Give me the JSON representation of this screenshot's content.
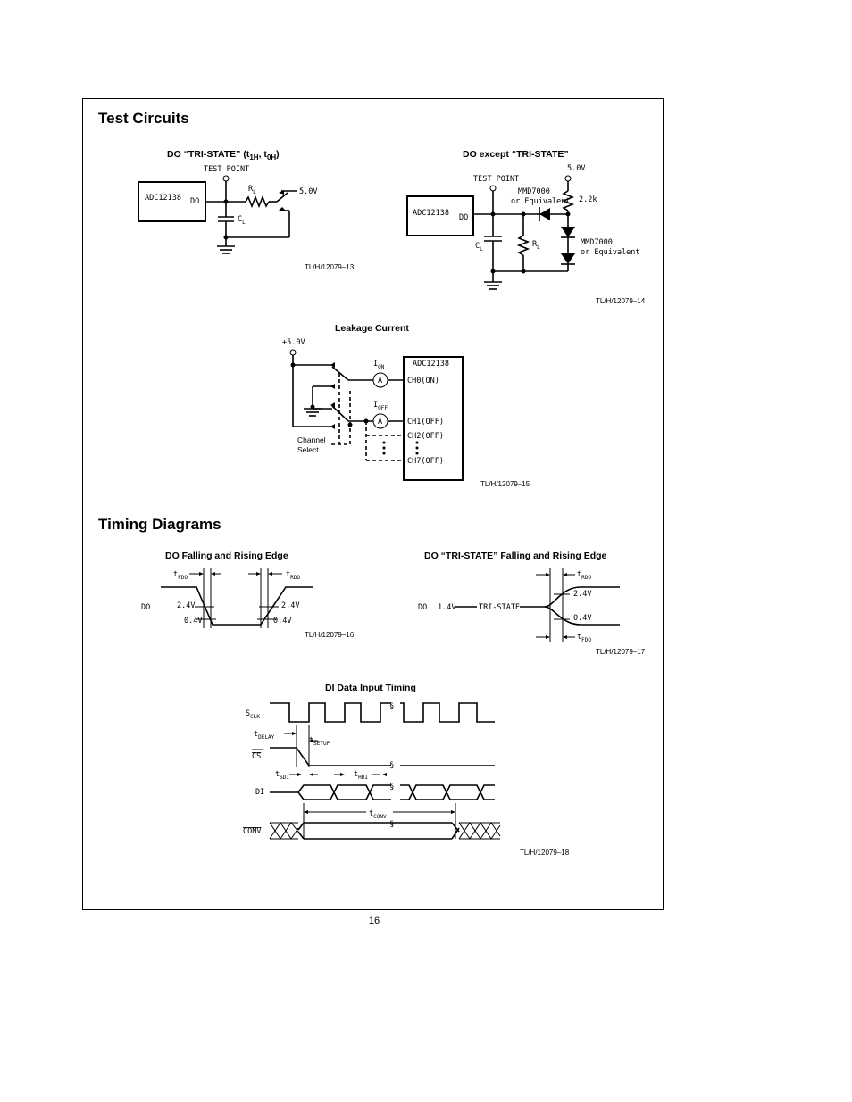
{
  "sections": {
    "test_circuits": "Test Circuits",
    "timing_diagrams": "Timing Diagrams"
  },
  "fig13": {
    "title_main": "DO “TRI-STATE” (t",
    "title_sub1": "1H",
    "title_sep": ", t",
    "title_sub2": "0H",
    "title_end": ")",
    "test_point": "TEST POINT",
    "chip": "ADC12138",
    "pin": "DO",
    "rl": "R",
    "rl_sub": "L",
    "cl": "C",
    "cl_sub": "L",
    "vsrc": "5.0V",
    "ref": "TL/H/12079–13"
  },
  "fig14": {
    "title": "DO except “TRI-STATE”",
    "test_point": "TEST POINT",
    "vsrc": "5.0V",
    "chip": "ADC12138",
    "pin": "DO",
    "diode1": "MMD7000",
    "diode1_b": "or Equivalent",
    "res": "2.2k",
    "diode2": "MMD7000",
    "diode2_b": "or Equivalent",
    "cl": "C",
    "cl_sub": "L",
    "rl": "R",
    "rl_sub": "L",
    "ref": "TL/H/12079–14"
  },
  "fig15": {
    "title": "Leakage Current",
    "vsrc": "+5.0V",
    "i_on": "I",
    "i_on_sub": "ON",
    "i_off": "I",
    "i_off_sub": "OFF",
    "meter": "A",
    "chip": "ADC12138",
    "ch0": "CH0(ON)",
    "ch1": "CH1(OFF)",
    "ch2": "CH2(OFF)",
    "ch7": "CH7(OFF)",
    "sel_1": "Channel",
    "sel_2": "Select",
    "ref": "TL/H/12079–15"
  },
  "fig16": {
    "title": "DO Falling and Rising Edge",
    "tfdo": "t",
    "tfdo_sub": "FDO",
    "trdo": "t",
    "trdo_sub": "RDO",
    "signal": "DO",
    "v24": "2.4V",
    "v04": "0.4V",
    "ref": "TL/H/12079–16"
  },
  "fig17": {
    "title": "DO “TRI-STATE” Falling and Rising Edge",
    "signal": "DO",
    "v14": "1.4V",
    "tri": "TRI-STATE",
    "trdo": "t",
    "trdo_sub": "RDO",
    "tfdo": "t",
    "tfdo_sub": "FDO",
    "v24": "2.4V",
    "v04": "0.4V",
    "ref": "TL/H/12079–17"
  },
  "fig18": {
    "title": "DI Data Input Timing",
    "sclk": "S",
    "sclk_sub": "CLK",
    "tdelay": "t",
    "tdelay_sub": "DELAY",
    "tsetup": "t",
    "tsetup_sub": "SETUP",
    "cs": "CS",
    "tsdi": "t",
    "tsdi_sub": "SDI",
    "thdi": "t",
    "thdi_sub": "HDI",
    "di": "DI",
    "tconv": "t",
    "tconv_sub": "CONV",
    "conv": "CONV",
    "ref": "TL/H/12079–18"
  },
  "page_number": "16"
}
